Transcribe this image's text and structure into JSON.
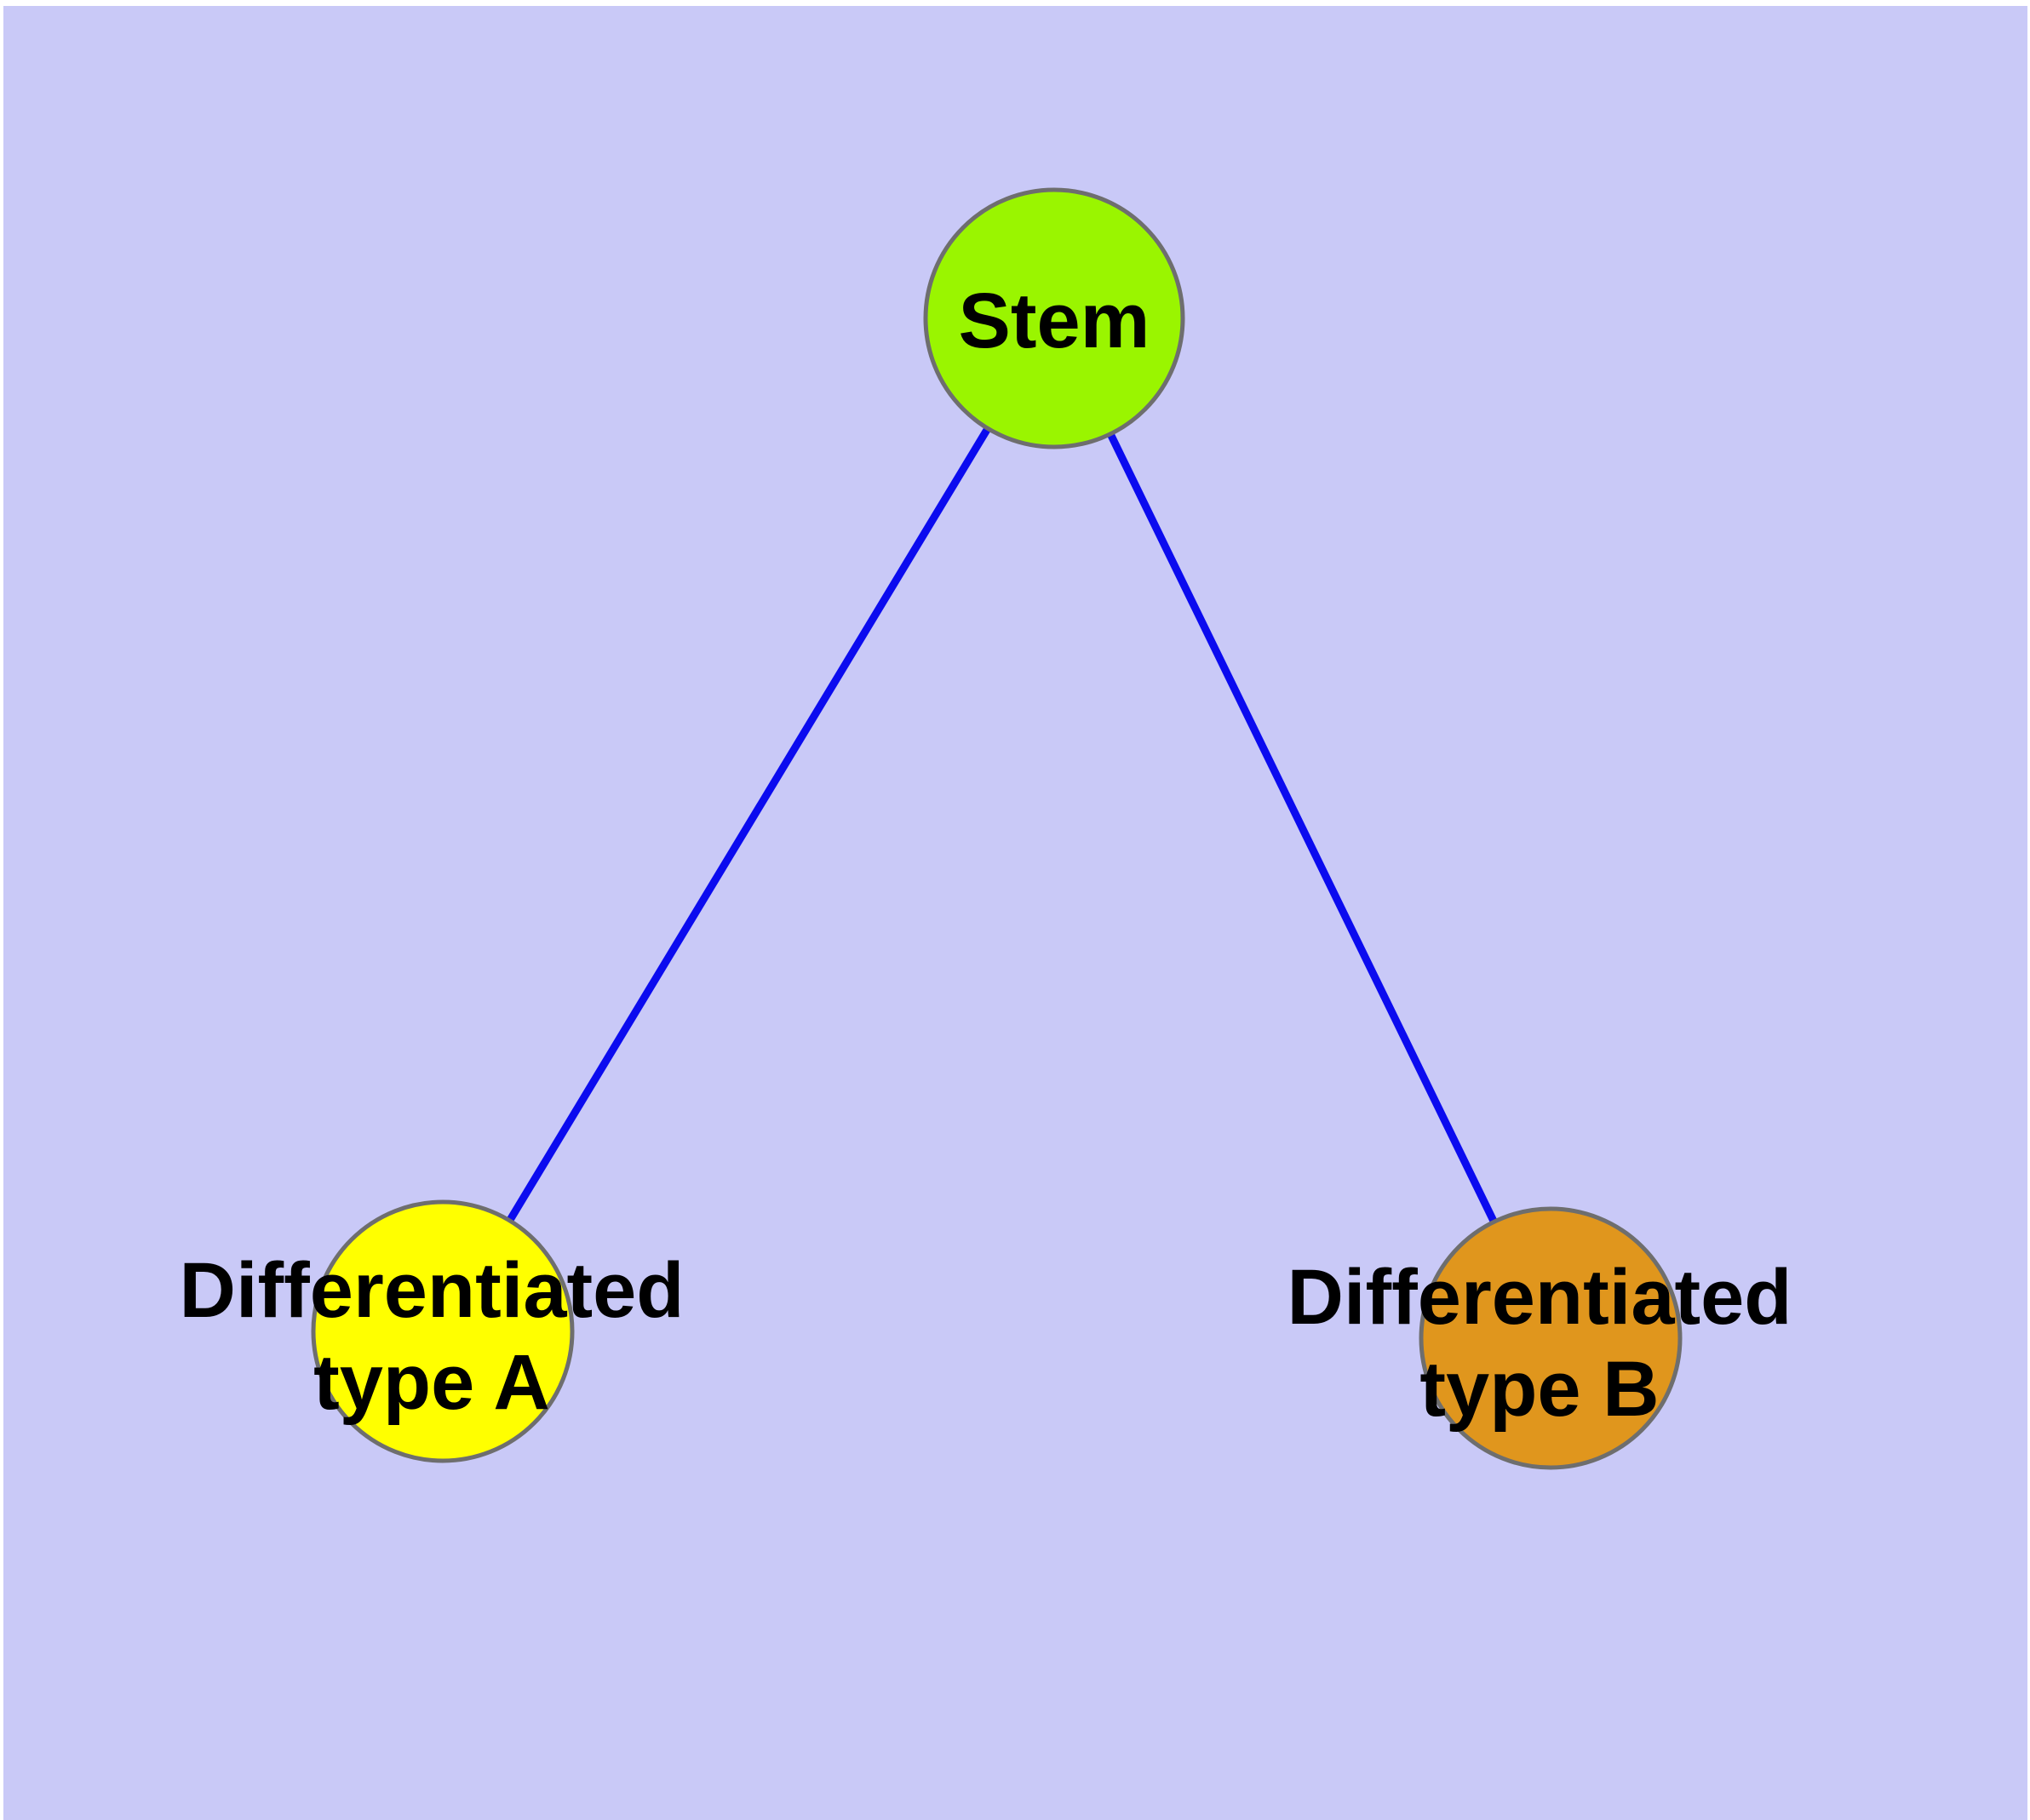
{
  "window": {
    "frame_color": "#FFFFFF"
  },
  "canvas": {
    "background_color": "#C9C9F7"
  },
  "styles": {
    "edge_color": "#0B0BEF",
    "node_border_color": "#6E6E6E",
    "label_color": "#000000"
  },
  "nodes": {
    "stem": {
      "label": "Stem",
      "fill": "#9AF500"
    },
    "type_a": {
      "label_line1": "Differentiated",
      "label_line2": "type A",
      "fill": "#FFFF00"
    },
    "type_b": {
      "label_line1": "Differentiated",
      "label_line2": "type B",
      "fill": "#E0961D"
    }
  },
  "edges": [
    {
      "from": "Stem",
      "to": "Differentiated type A"
    },
    {
      "from": "Stem",
      "to": "Differentiated type B"
    }
  ]
}
